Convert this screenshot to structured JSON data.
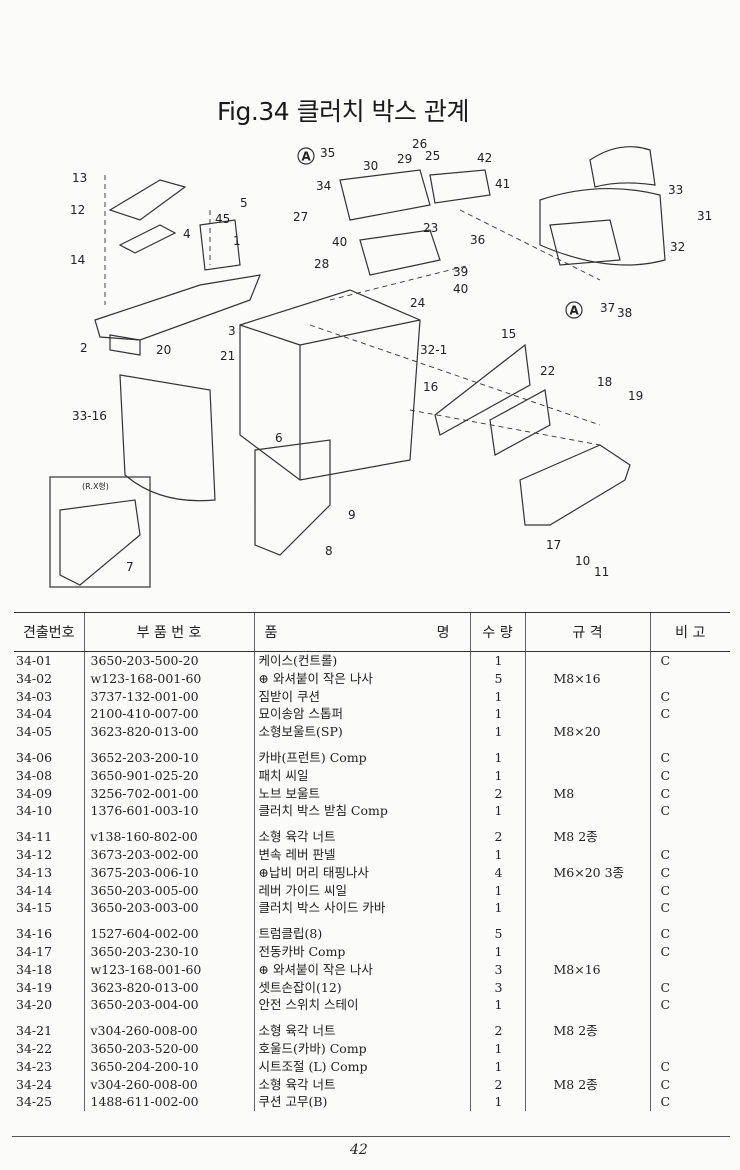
{
  "title": "Fig.34 클러치 박스 관계",
  "diagram": {
    "callouts": [
      "13",
      "12",
      "14",
      "4",
      "5",
      "45",
      "1",
      "2",
      "3",
      "20",
      "21",
      "35",
      "30",
      "29",
      "26",
      "25",
      "42",
      "34",
      "41",
      "27",
      "23",
      "40",
      "36",
      "28",
      "39",
      "40",
      "24",
      "33",
      "31",
      "32",
      "A",
      "A",
      "37",
      "38",
      "15",
      "32-1",
      "16",
      "22",
      "18",
      "19",
      "33-16",
      "6",
      "9",
      "8",
      "17",
      "10",
      "11",
      "7"
    ],
    "inset_label": "(R.X형)"
  },
  "table": {
    "headers": [
      "견출번호",
      "부 품 번 호",
      "품",
      "명",
      "수 량",
      "규 격",
      "비 고"
    ],
    "rows": [
      [
        "34-01",
        "3650-203-500-20",
        "케이스(컨트롤)",
        "1",
        "",
        "C"
      ],
      [
        "34-02",
        "w123-168-001-60",
        "⊕ 와셔붙이 작은 나사",
        "5",
        "M8×16",
        ""
      ],
      [
        "34-03",
        "3737-132-001-00",
        "짐받이 쿠션",
        "1",
        "",
        "C"
      ],
      [
        "34-04",
        "2100-410-007-00",
        "묘이송암 스톱퍼",
        "1",
        "",
        "C"
      ],
      [
        "34-05",
        "3623-820-013-00",
        "소형보울트(SP)",
        "1",
        "M8×20",
        ""
      ],
      [
        "34-06",
        "3652-203-200-10",
        "카바(프런트) Comp",
        "1",
        "",
        "C"
      ],
      [
        "34-08",
        "3650-901-025-20",
        "패치 씨일",
        "1",
        "",
        "C"
      ],
      [
        "34-09",
        "3256-702-001-00",
        "노브 보울트",
        "2",
        "M8",
        "C"
      ],
      [
        "34-10",
        "1376-601-003-10",
        "클러치 박스 받침 Comp",
        "1",
        "",
        "C"
      ],
      [
        "34-11",
        "v138-160-802-00",
        "소형 육각 너트",
        "2",
        "M8 2종",
        ""
      ],
      [
        "34-12",
        "3673-203-002-00",
        "변속 레버 판넬",
        "1",
        "",
        "C"
      ],
      [
        "34-13",
        "3675-203-006-10",
        "⊕납비 머리 태핑나사",
        "4",
        "M6×20 3종",
        "C"
      ],
      [
        "34-14",
        "3650-203-005-00",
        "레버 가이드 씨일",
        "1",
        "",
        "C"
      ],
      [
        "34-15",
        "3650-203-003-00",
        "클러치 박스 사이드 카바",
        "1",
        "",
        "C"
      ],
      [
        "34-16",
        "1527-604-002-00",
        "트럼클립(8)",
        "5",
        "",
        "C"
      ],
      [
        "34-17",
        "3650-203-230-10",
        "전동카바 Comp",
        "1",
        "",
        "C"
      ],
      [
        "34-18",
        "w123-168-001-60",
        "⊕ 와셔붙이 작은 나사",
        "3",
        "M8×16",
        ""
      ],
      [
        "34-19",
        "3623-820-013-00",
        "셋트손잡이(12)",
        "3",
        "",
        "C"
      ],
      [
        "34-20",
        "3650-203-004-00",
        "안전 스위치 스테이",
        "1",
        "",
        "C"
      ],
      [
        "34-21",
        "v304-260-008-00",
        "소형 육각 너트",
        "2",
        "M8 2종",
        ""
      ],
      [
        "34-22",
        "3650-203-520-00",
        "호울드(카바) Comp",
        "1",
        "",
        ""
      ],
      [
        "34-23",
        "3650-204-200-10",
        "시트조절 (L) Comp",
        "1",
        "",
        "C"
      ],
      [
        "34-24",
        "v304-260-008-00",
        "소형 육각 너트",
        "2",
        "M8 2종",
        "C"
      ],
      [
        "34-25",
        "1488-611-002-00",
        "쿠션 고무(B)",
        "1",
        "",
        "C"
      ]
    ]
  },
  "page_number": "42"
}
